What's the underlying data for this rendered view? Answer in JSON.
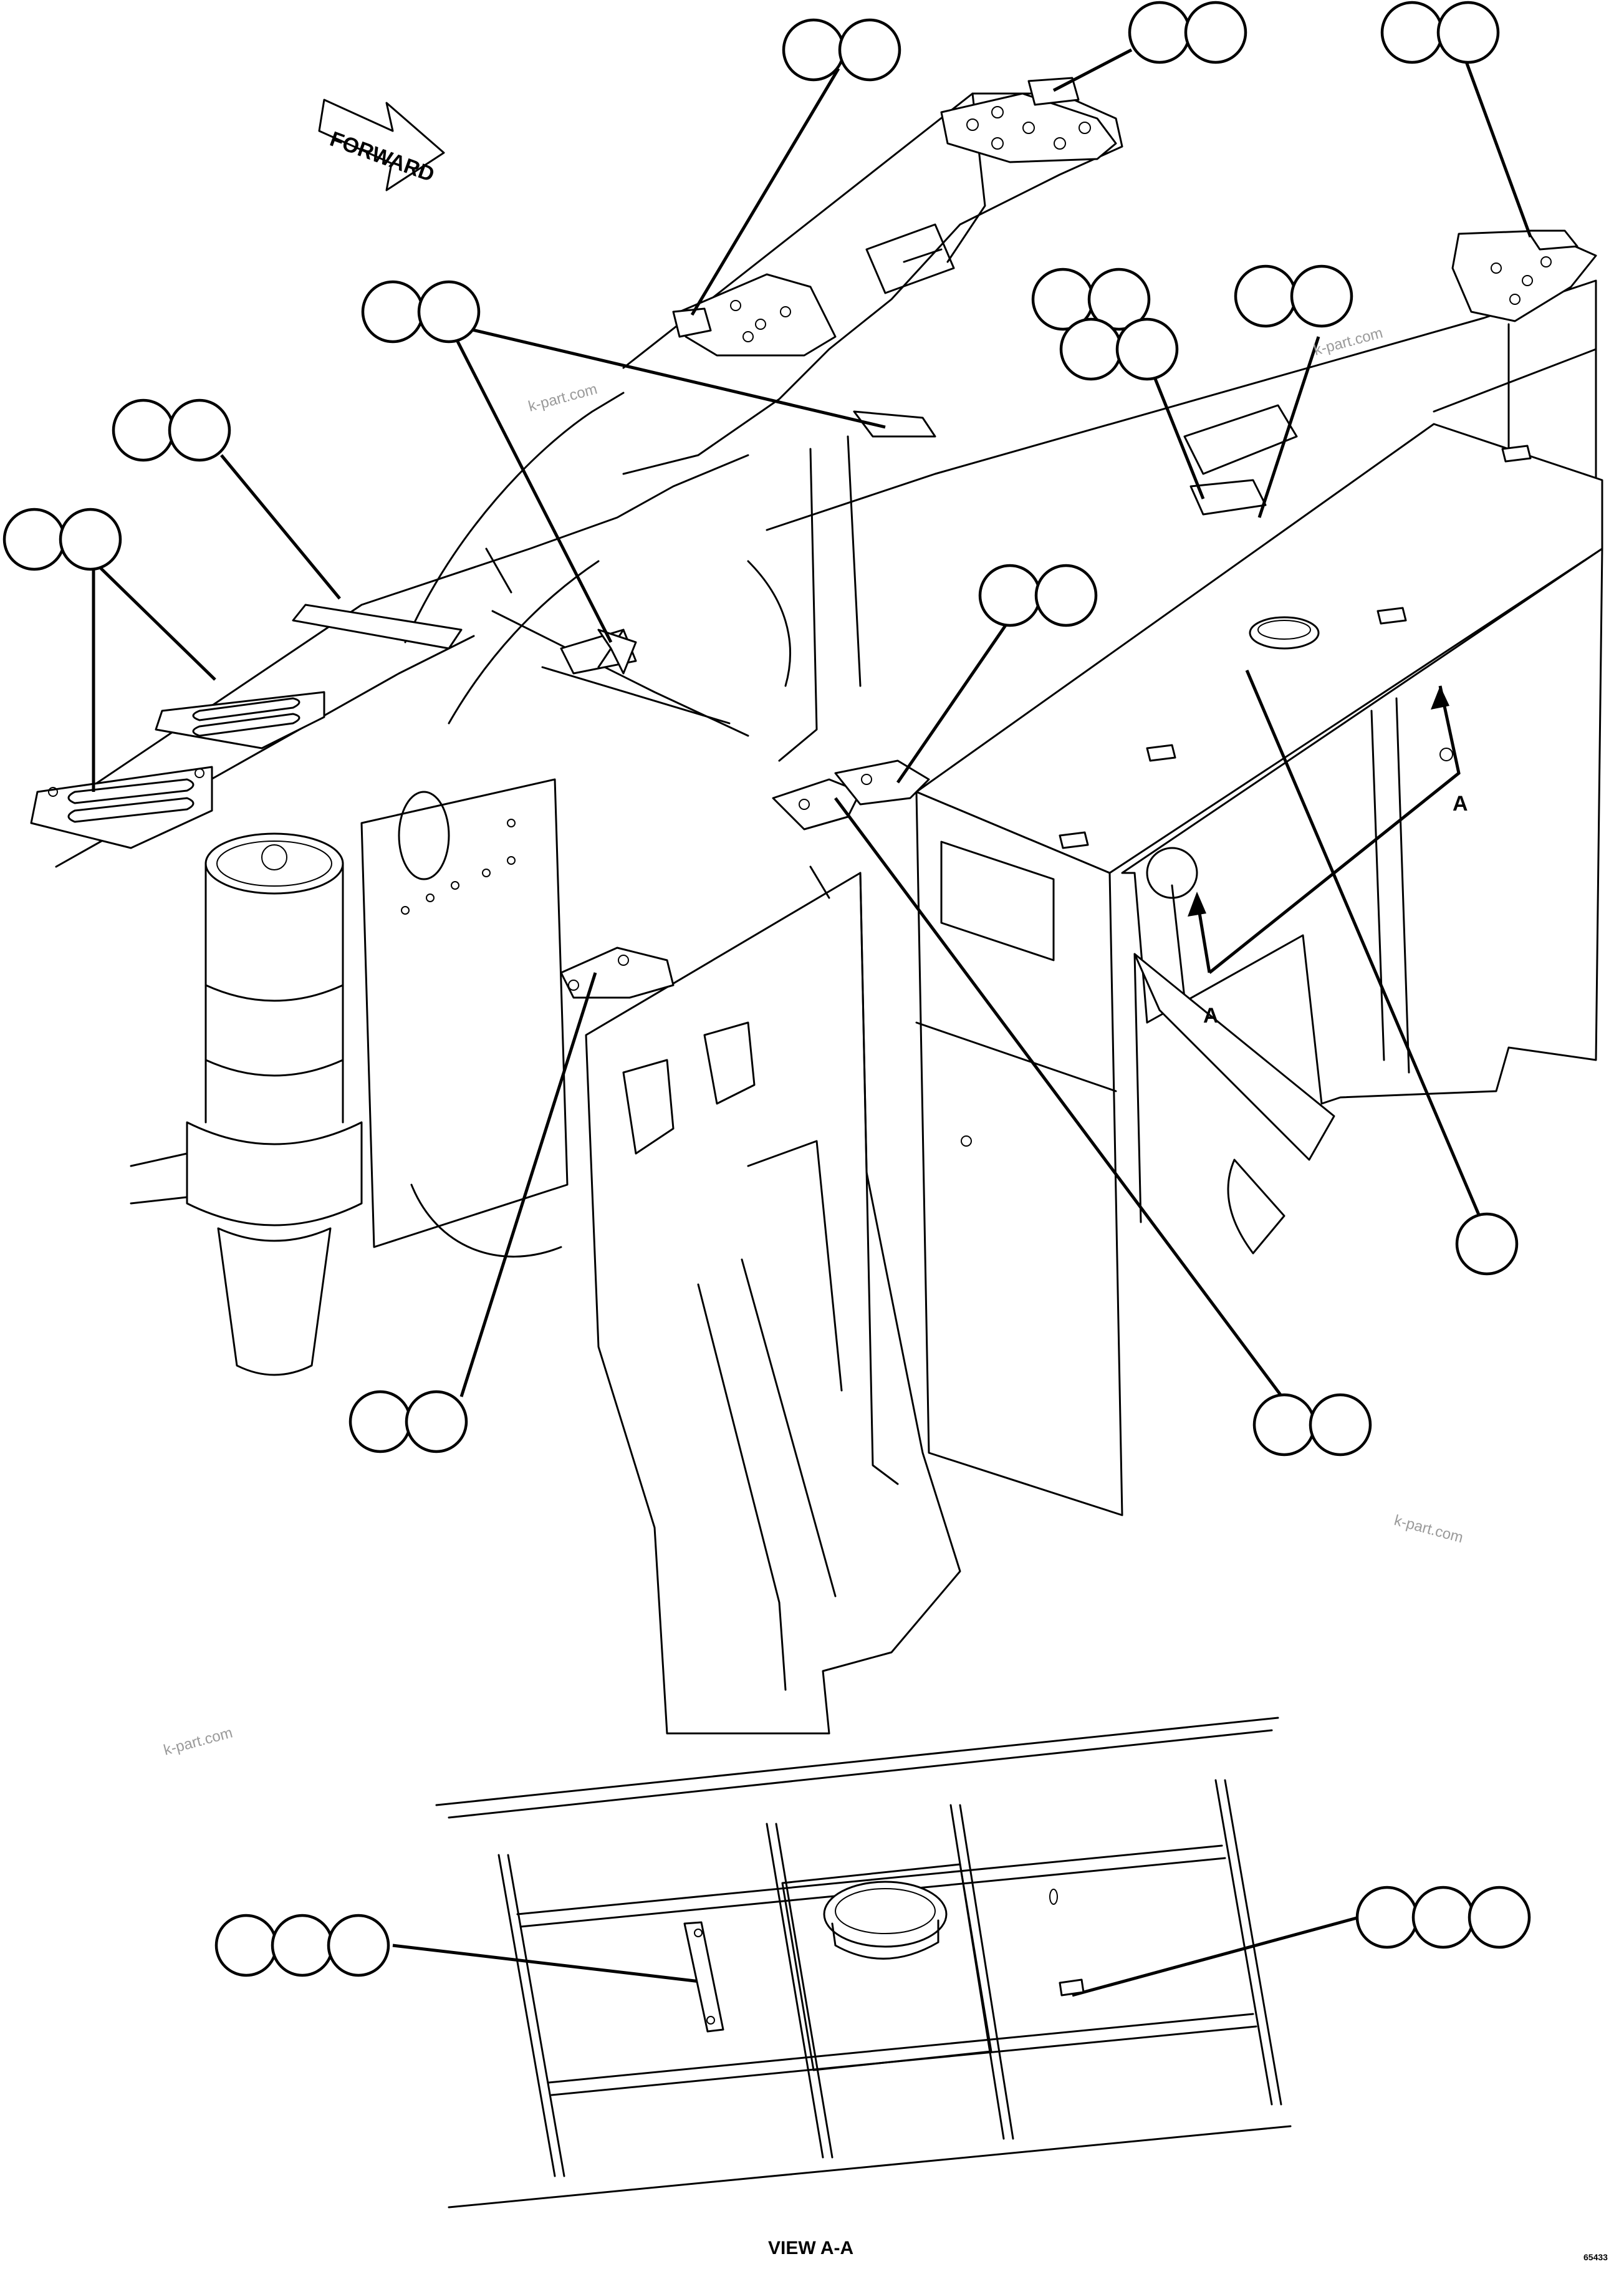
{
  "labels": {
    "forward": "FORWARD",
    "section_marker": "A",
    "view_title": "VIEW A-A",
    "drawing_code": "65433"
  },
  "watermarks": [
    "k-part.com",
    "k-part.com",
    "k-part.com",
    "k-part.com"
  ],
  "callouts": [
    {
      "id": "top-left-pair",
      "bubbles": 2
    },
    {
      "id": "top-center-pair",
      "bubbles": 2
    },
    {
      "id": "top-right-pair",
      "bubbles": 2
    },
    {
      "id": "upper-left-pair",
      "bubbles": 2
    },
    {
      "id": "mid-right-stack",
      "bubbles": 4
    },
    {
      "id": "right-pair",
      "bubbles": 2
    },
    {
      "id": "left-pair",
      "bubbles": 2
    },
    {
      "id": "far-left-pair",
      "bubbles": 2
    },
    {
      "id": "center-pair",
      "bubbles": 2
    },
    {
      "id": "right-single",
      "bubbles": 1
    },
    {
      "id": "lower-left-pair",
      "bubbles": 2
    },
    {
      "id": "lower-center-pair",
      "bubbles": 2
    },
    {
      "id": "view-left-triple",
      "bubbles": 3
    },
    {
      "id": "view-right-triple",
      "bubbles": 3
    }
  ],
  "colors": {
    "line": "#000000",
    "background": "#ffffff",
    "watermark": "#9a9a9a"
  }
}
